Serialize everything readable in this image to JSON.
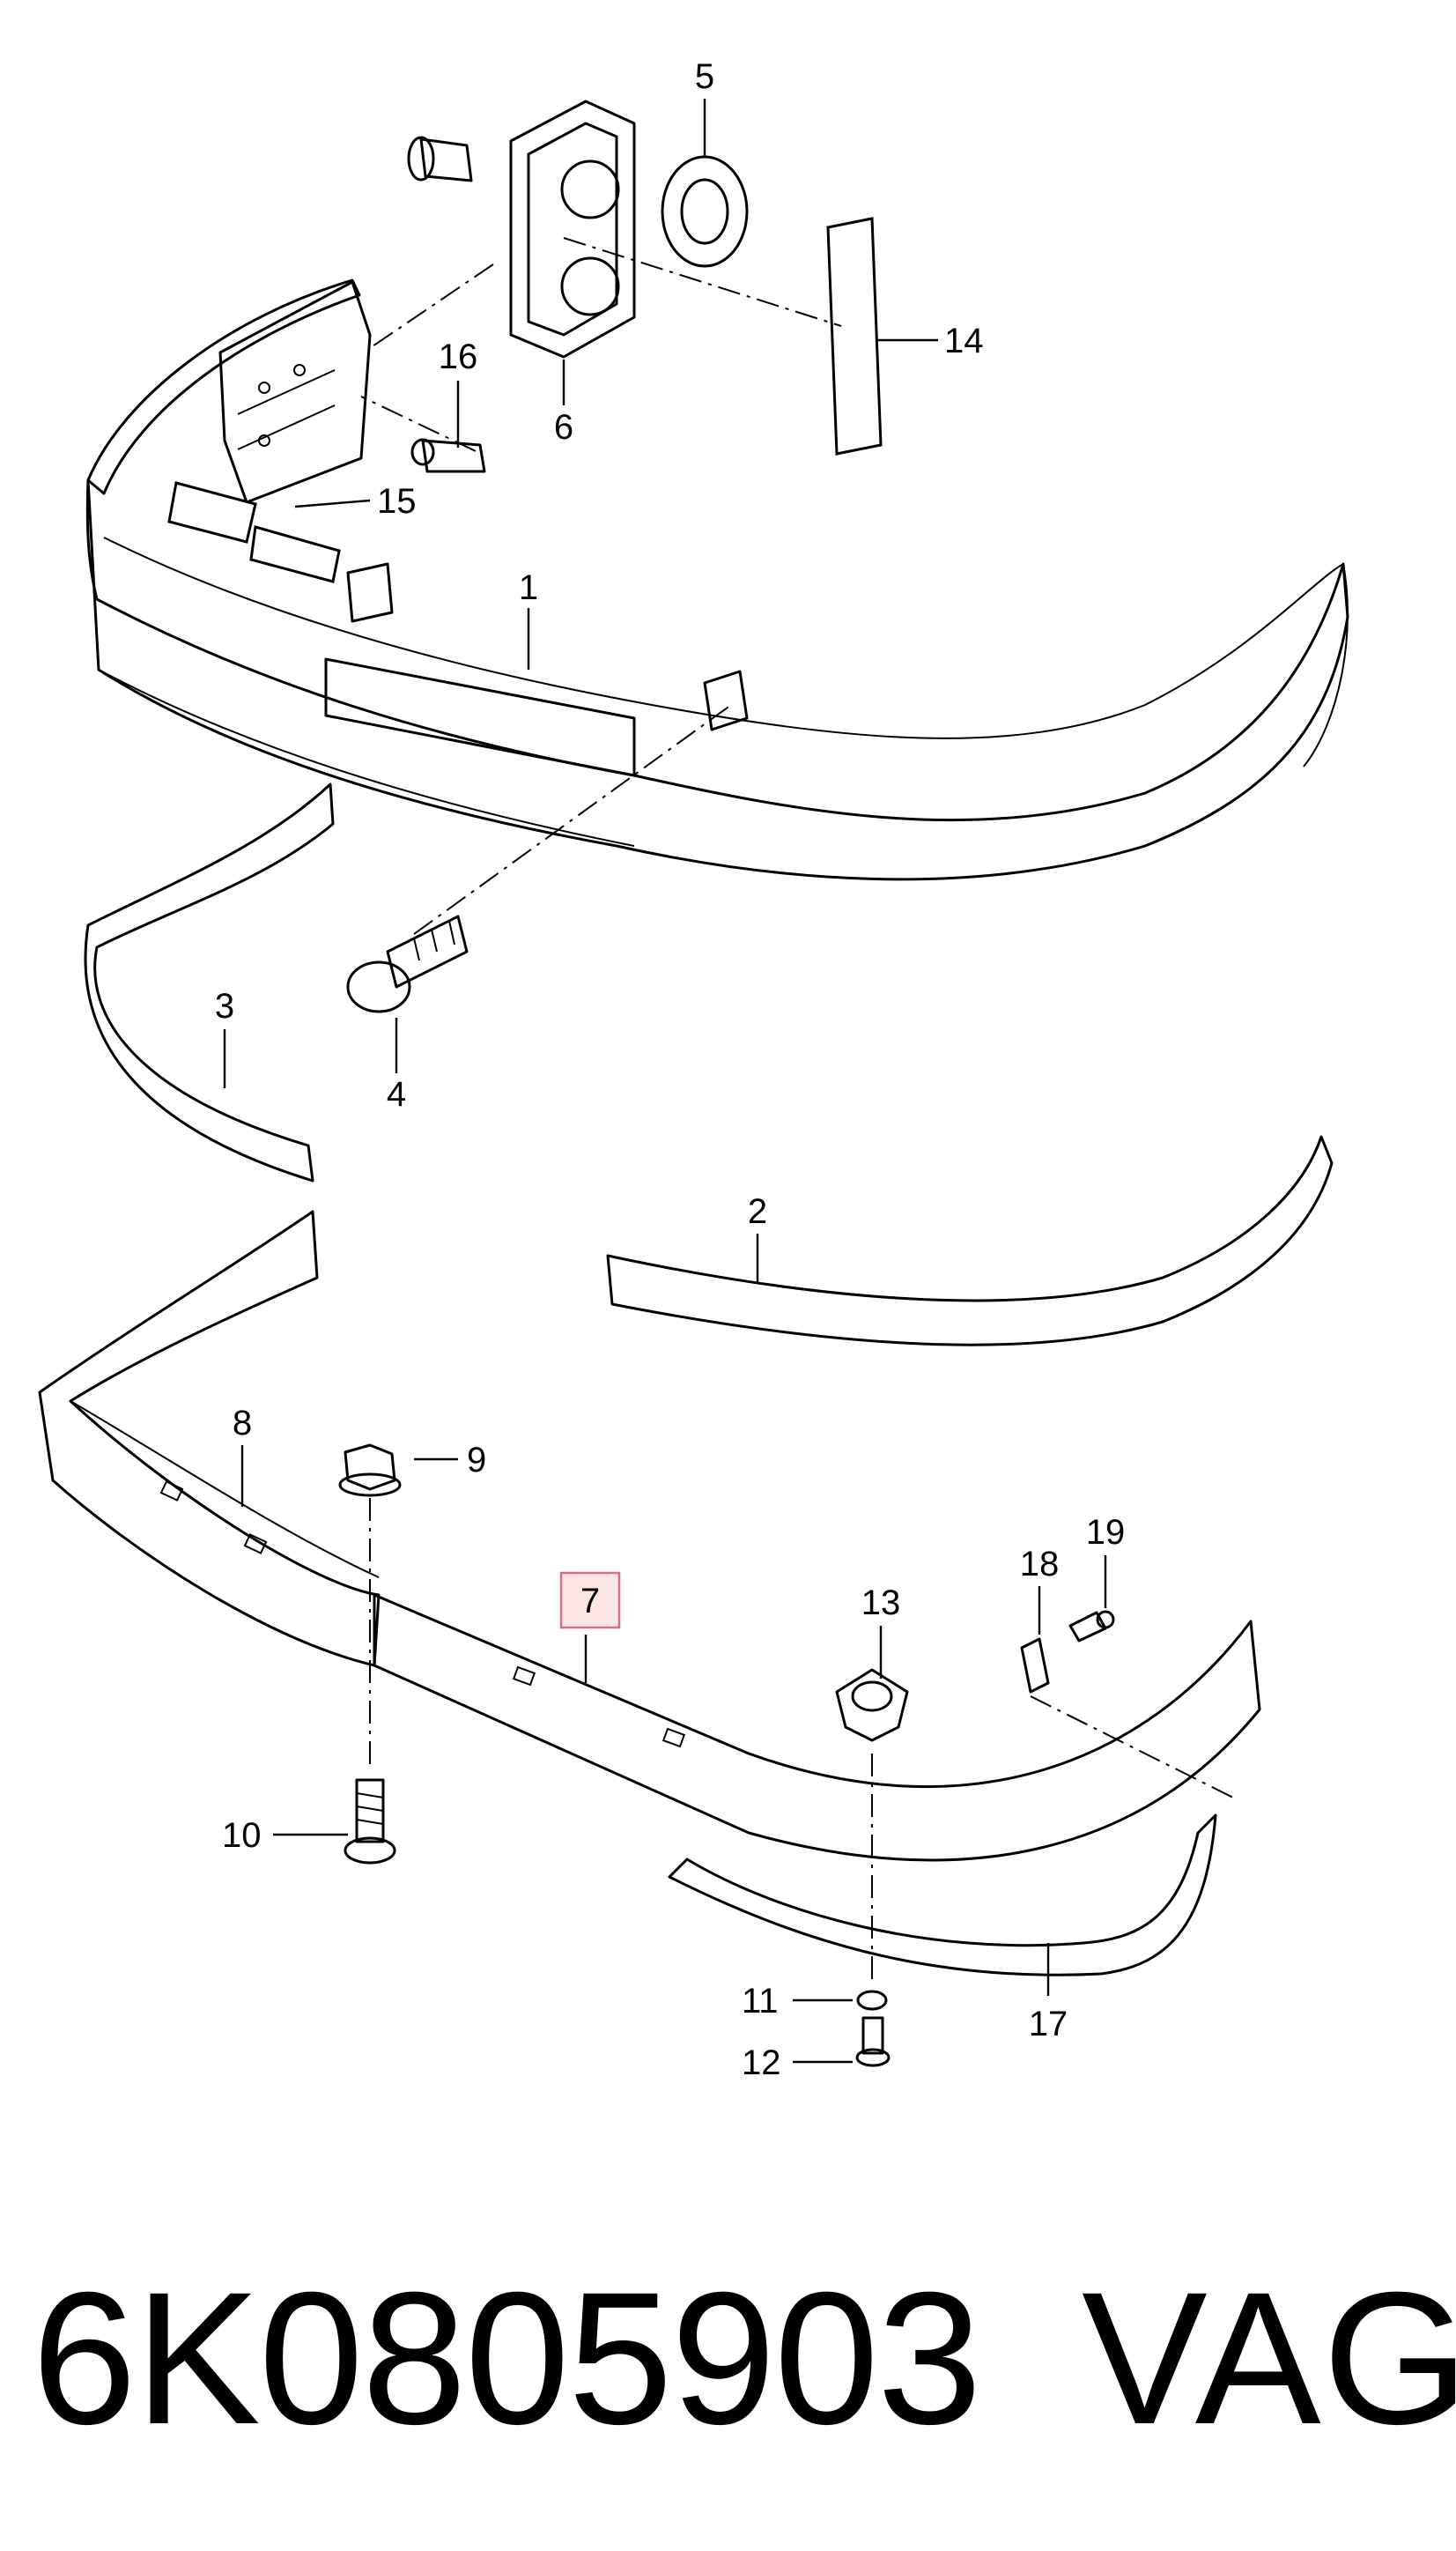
{
  "diagram": {
    "callouts": {
      "c1": "1",
      "c2": "2",
      "c3": "3",
      "c4": "4",
      "c5": "5",
      "c6": "6",
      "c7": "7",
      "c8": "8",
      "c9": "9",
      "c10": "10",
      "c11": "11",
      "c12": "12",
      "c13": "13",
      "c14": "14",
      "c15": "15",
      "c16": "16",
      "c17": "17",
      "c18": "18",
      "c19": "19"
    },
    "highlighted_callout": "7"
  },
  "footer": {
    "part_number": "6K0805903",
    "brand": "VAG"
  }
}
